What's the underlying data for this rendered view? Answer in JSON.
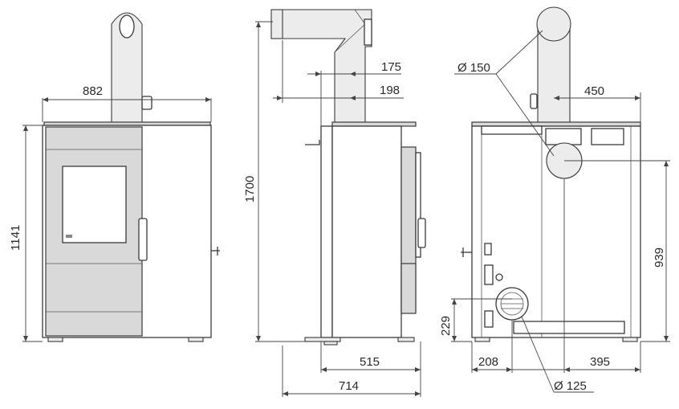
{
  "dimensions": {
    "front_width": "882",
    "front_height": "1141",
    "side_height": "1700",
    "flue_offset_1": "175",
    "flue_offset_2": "198",
    "side_depth_inner": "515",
    "side_depth_total": "714",
    "flue_diameter": "Ø 150",
    "flue_offset_rear": "450",
    "rear_flue_height": "939",
    "air_intake_height": "229",
    "air_intake_offset": "208",
    "rear_offset_right": "395",
    "air_intake_diameter": "Ø 125"
  },
  "colors": {
    "line": "#3a3a3a",
    "panel_grey": "#d9d9d9"
  }
}
